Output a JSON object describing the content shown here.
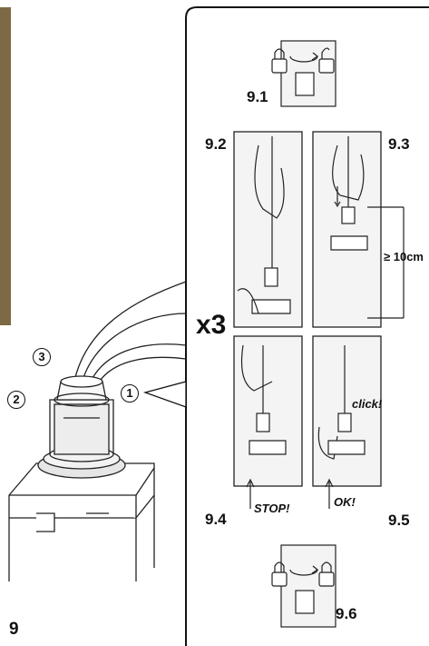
{
  "figure": {
    "step_number": "9",
    "repeat": "x3",
    "callouts": [
      "1",
      "2",
      "3"
    ],
    "panels": {
      "p91": "9.1",
      "p92": "9.2",
      "p93": "9.3",
      "p94": "9.4",
      "p95": "9.5",
      "p96": "9.6"
    },
    "measure": "≥ 10cm",
    "stop_text": "STOP!",
    "ok_text": "OK!",
    "click_text": "click!"
  },
  "colors": {
    "line": "#222222",
    "panel_bg": "#f4f4f4",
    "strip": "#7d6a44"
  },
  "icons": [
    "lock-closed-icon",
    "rotate-icon",
    "lock-open-icon"
  ]
}
